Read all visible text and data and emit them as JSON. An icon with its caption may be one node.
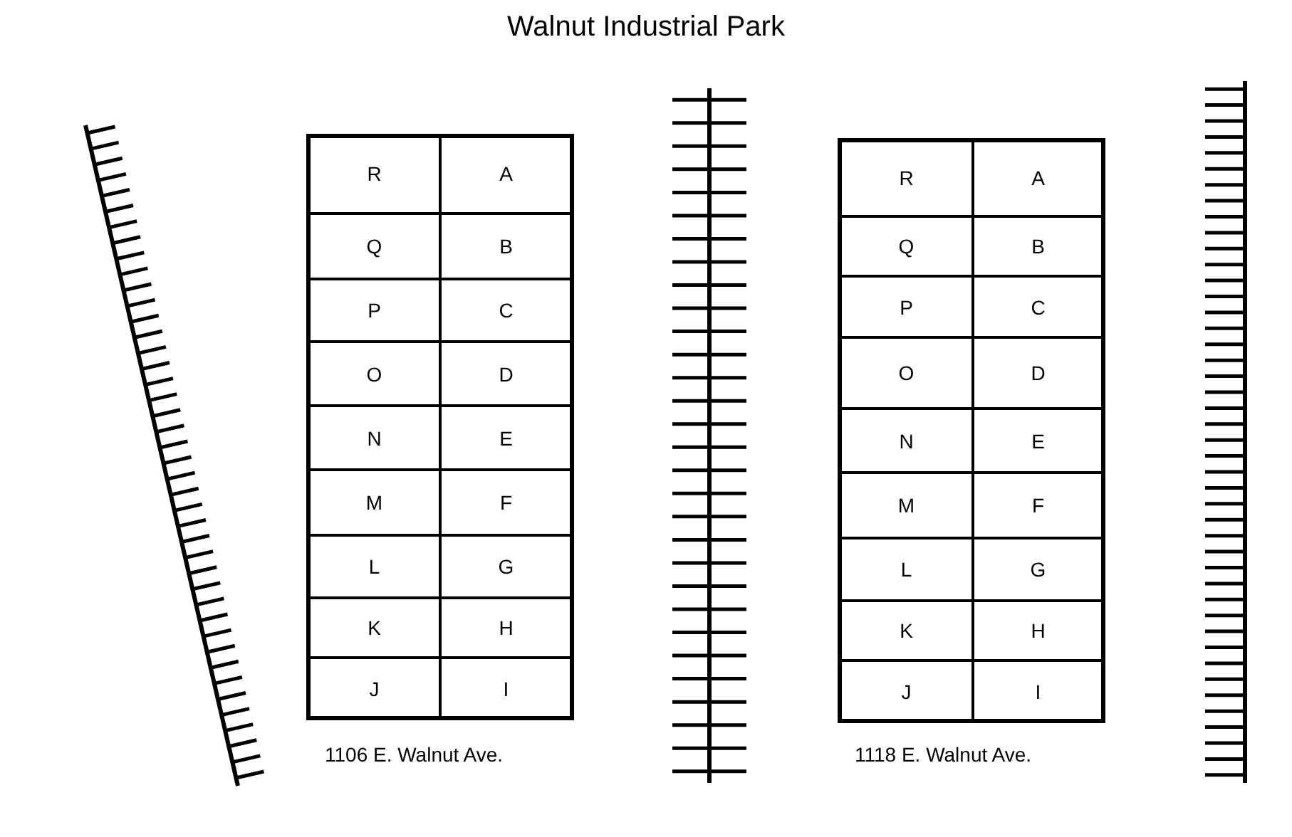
{
  "diagram": {
    "title": "Walnut Industrial Park",
    "nodes": [
      {
        "text": [],
        "shape": "box",
        "beside": [
          "1106 E. Walnut Ave."
        ]
      },
      {
        "text": [
          "R"
        ],
        "in": 0
      },
      {
        "text": [
          "A"
        ],
        "in": 0
      },
      {
        "text": [
          "Q"
        ],
        "in": 0
      },
      {
        "text": [
          "B"
        ],
        "in": 0
      },
      {
        "text": [
          "P"
        ],
        "in": 0
      },
      {
        "text": [
          "C"
        ],
        "in": 0
      },
      {
        "text": [
          "O"
        ],
        "in": 0
      },
      {
        "text": [
          "D"
        ],
        "in": 0
      },
      {
        "text": [
          "N"
        ],
        "in": 0
      },
      {
        "text": [
          "E"
        ],
        "in": 0
      },
      {
        "text": [
          "M"
        ],
        "in": 0
      },
      {
        "text": [
          "F"
        ],
        "in": 0
      },
      {
        "text": [
          "L"
        ],
        "in": 0
      },
      {
        "text": [
          "G"
        ],
        "in": 0
      },
      {
        "text": [
          "K"
        ],
        "in": 0
      },
      {
        "text": [
          "H"
        ],
        "in": 0
      },
      {
        "text": [
          "J"
        ],
        "in": 0
      },
      {
        "text": [
          "I"
        ],
        "in": 0
      },
      {
        "text": [],
        "shape": "box",
        "beside": [
          "1118 E. Walnut Ave."
        ]
      },
      {
        "text": [
          "R"
        ],
        "in": 19
      },
      {
        "text": [
          "A"
        ],
        "in": 19
      },
      {
        "text": [
          "Q"
        ],
        "in": 19
      },
      {
        "text": [
          "B"
        ],
        "in": 19
      },
      {
        "text": [
          "P"
        ],
        "in": 19
      },
      {
        "text": [
          "C"
        ],
        "in": 19
      },
      {
        "text": [
          "O"
        ],
        "in": 19
      },
      {
        "text": [
          "D"
        ],
        "in": 19
      },
      {
        "text": [
          "N"
        ],
        "in": 19
      },
      {
        "text": [
          "E"
        ],
        "in": 19
      },
      {
        "text": [
          "M"
        ],
        "in": 19
      },
      {
        "text": [
          "F"
        ],
        "in": 19
      },
      {
        "text": [
          "L"
        ],
        "in": 19
      },
      {
        "text": [
          "G"
        ],
        "in": 19
      },
      {
        "text": [
          "K"
        ],
        "in": 19
      },
      {
        "text": [
          "H"
        ],
        "in": 19
      },
      {
        "text": [
          "J"
        ],
        "in": 19
      },
      {
        "text": [
          "I"
        ],
        "in": 19
      }
    ],
    "edges": []
  }
}
